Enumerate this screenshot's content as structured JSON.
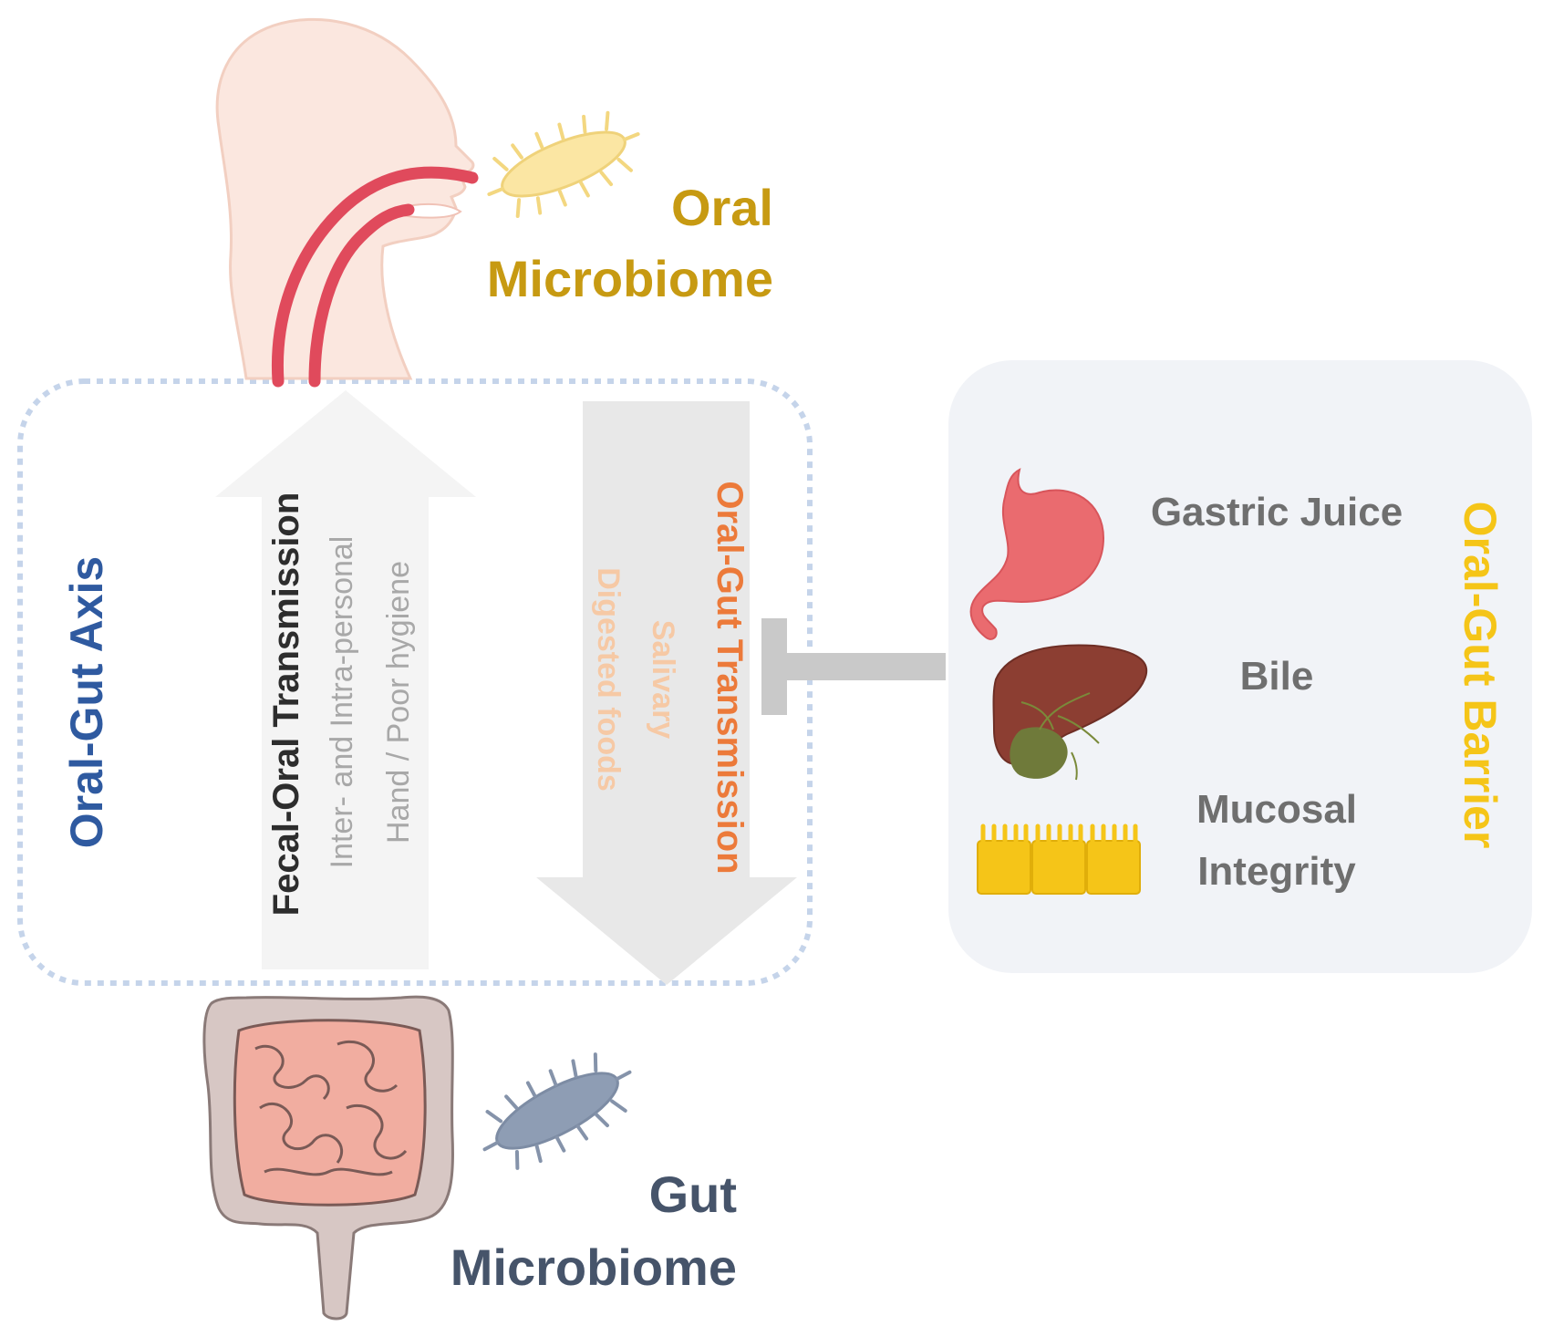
{
  "labels": {
    "oral_microbiome_line1": "Oral",
    "oral_microbiome_line2": "Microbiome",
    "gut_microbiome_line1": "Gut",
    "gut_microbiome_line2": "Microbiome",
    "oral_gut_axis": "Oral-Gut Axis",
    "fecal_oral_title": "Fecal-Oral Transmission",
    "fecal_oral_sub1": "Inter- and Intra-personal",
    "fecal_oral_sub2": "Hand / Poor hygiene",
    "oral_gut_title": "Oral-Gut Transmission",
    "oral_gut_sub1": "Salivary",
    "oral_gut_sub2": "Digested foods",
    "barrier_title": "Oral-Gut Barrier",
    "gastric_juice": "Gastric Juice",
    "bile": "Bile",
    "mucosal_line1": "Mucosal",
    "mucosal_line2": "Integrity"
  },
  "icons": [
    "head-silhouette-icon",
    "oral-bacterium-icon",
    "intestine-icon",
    "gut-bacterium-icon",
    "stomach-icon",
    "liver-icon",
    "mucosal-cells-icon",
    "up-arrow-icon",
    "down-arrow-icon",
    "inhibition-arrow-icon"
  ],
  "colors": {
    "oral": "#c79a12",
    "gut": "#46546a",
    "axis": "#2f5aa0",
    "oral_gut_transmission": "#ec7a3a",
    "salivary": "#f6c9a5",
    "barrier": "#f5c518",
    "barrier_text": "#6f6f6f",
    "fecal_title": "#2d2d2d",
    "fecal_sub": "#a8a8a8",
    "box_border": "#c5d4ea",
    "barrier_bg": "#f1f3f7"
  }
}
